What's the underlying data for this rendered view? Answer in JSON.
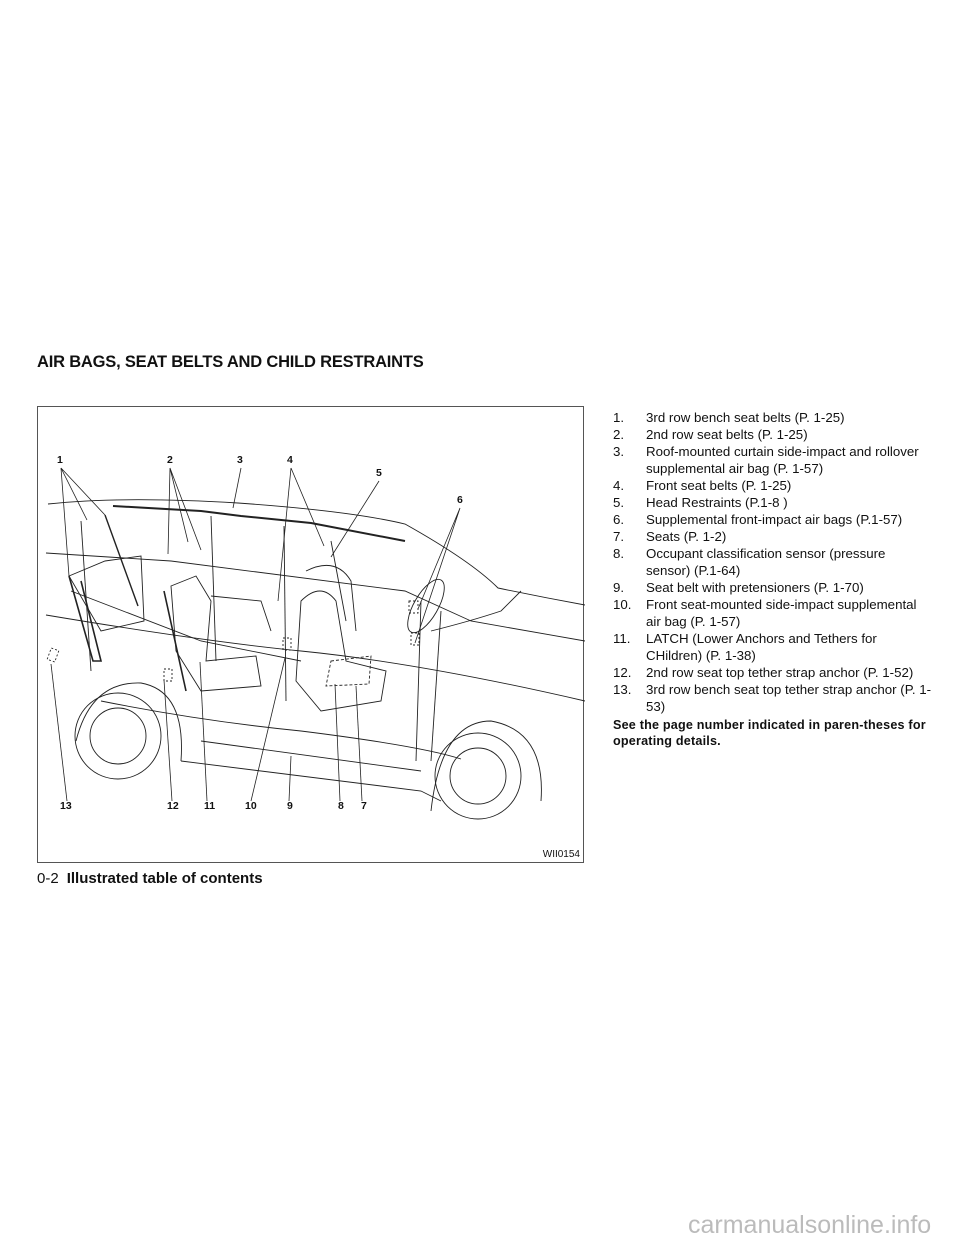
{
  "section_title": "AIR BAGS, SEAT BELTS AND CHILD RESTRAINTS",
  "figure": {
    "code": "WII0154",
    "callouts": [
      "1",
      "2",
      "3",
      "4",
      "5",
      "6",
      "7",
      "8",
      "9",
      "10",
      "11",
      "12",
      "13"
    ]
  },
  "items": [
    {
      "num": "1.",
      "text": "3rd row bench seat belts (P. 1-25)"
    },
    {
      "num": "2.",
      "text": "2nd row seat belts (P. 1-25)"
    },
    {
      "num": "3.",
      "text": "Roof-mounted curtain side-impact and rollover supplemental air bag (P. 1-57)"
    },
    {
      "num": "4.",
      "text": "Front seat belts (P. 1-25)"
    },
    {
      "num": "5.",
      "text": "Head Restraints (P.1-8 )"
    },
    {
      "num": "6.",
      "text": "Supplemental front-impact air bags (P.1-57)"
    },
    {
      "num": "7.",
      "text": "Seats (P. 1-2)"
    },
    {
      "num": "8.",
      "text": "Occupant classification sensor (pressure sensor) (P.1-64)"
    },
    {
      "num": "9.",
      "text": "Seat belt with pretensioners (P. 1-70)"
    },
    {
      "num": "10.",
      "text": "Front seat-mounted side-impact supplemental air bag (P. 1-57)"
    },
    {
      "num": "11.",
      "text": "LATCH (Lower Anchors and Tethers for CHildren) (P. 1-38)"
    },
    {
      "num": "12.",
      "text": "2nd row seat top tether strap anchor (P. 1-52)"
    },
    {
      "num": "13.",
      "text": "3rd row bench seat top tether strap anchor (P. 1-53)"
    }
  ],
  "note": "See the page number indicated in paren-theses for operating details.",
  "footer": {
    "page": "0-2",
    "title": "Illustrated table of contents"
  },
  "watermark": "carmanualsonline.info"
}
